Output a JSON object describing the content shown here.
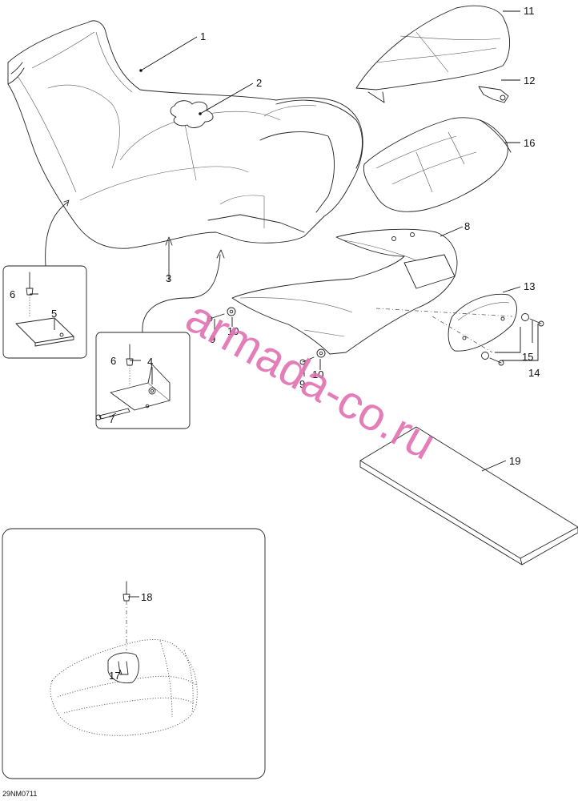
{
  "callouts": {
    "c1": "1",
    "c2": "2",
    "c3": "3",
    "c4": "4",
    "c5": "5",
    "c6a": "6",
    "c6b": "6",
    "c7": "7",
    "c8": "8",
    "c9a": "9",
    "c9b": "9",
    "c10a": "10",
    "c10b": "10",
    "c11": "11",
    "c12": "12",
    "c13": "13",
    "c14": "14",
    "c15": "15",
    "c16": "16",
    "c17": "17",
    "c18": "18",
    "c19": "19"
  },
  "watermark": "armada-co.ru",
  "drawing_code": "29NM0711"
}
